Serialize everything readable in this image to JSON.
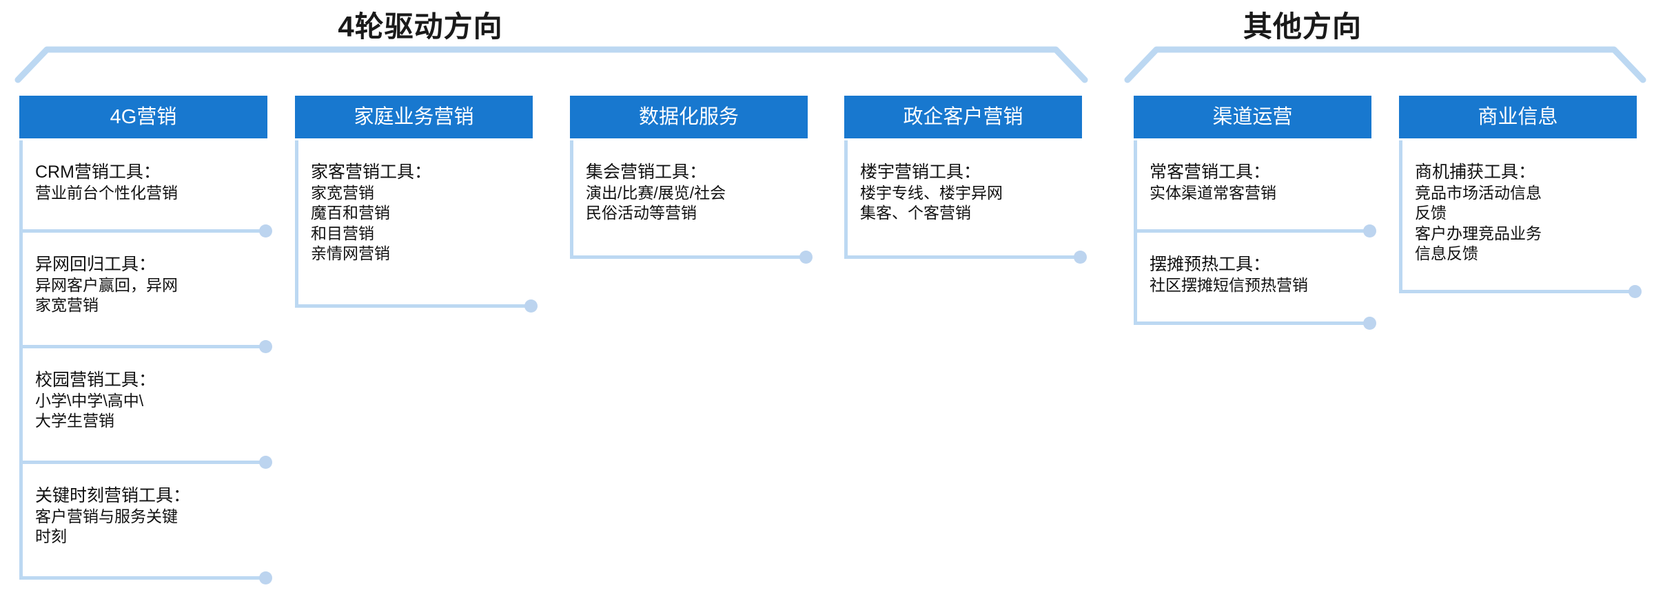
{
  "groups": [
    {
      "id": "four-wheel",
      "title": "4轮驱动方向"
    },
    {
      "id": "other",
      "title": "其他方向"
    }
  ],
  "accent_colors": {
    "header_blue": "#1878cf",
    "rule_blue": "#bcd8f2",
    "dot_blue": "#bcd4ef",
    "title_text": "#1a1a1a",
    "body_text": "#111111",
    "background": "#ffffff"
  },
  "columns": [
    {
      "id": "4g-marketing",
      "group": "four-wheel",
      "header": "4G营销",
      "items": [
        {
          "title": "CRM营销工具：",
          "lines": [
            "营业前台个性化营销"
          ]
        },
        {
          "title": "异网回归工具：",
          "lines": [
            "异网客户赢回，异网",
            "家宽营销"
          ]
        },
        {
          "title": "校园营销工具：",
          "lines": [
            "小学\\中学\\高中\\",
            "大学生营销"
          ]
        },
        {
          "title": "关键时刻营销工具：",
          "lines": [
            "客户营销与服务关键",
            "时刻"
          ]
        }
      ]
    },
    {
      "id": "home-business-marketing",
      "group": "four-wheel",
      "header": "家庭业务营销",
      "items": [
        {
          "title": "家客营销工具：",
          "lines": [
            "家宽营销",
            "魔百和营销",
            "和目营销",
            "亲情网营销"
          ]
        }
      ]
    },
    {
      "id": "data-service",
      "group": "four-wheel",
      "header": "数据化服务",
      "items": [
        {
          "title": "集会营销工具：",
          "lines": [
            "演出/比赛/展览/社会",
            "民俗活动等营销"
          ]
        }
      ]
    },
    {
      "id": "gov-enterprise-marketing",
      "group": "four-wheel",
      "header": "政企客户营销",
      "items": [
        {
          "title": "楼宇营销工具：",
          "lines": [
            "楼宇专线、楼宇异网",
            "集客、个客营销"
          ]
        }
      ]
    },
    {
      "id": "channel-operation",
      "group": "other",
      "header": "渠道运营",
      "items": [
        {
          "title": "常客营销工具：",
          "lines": [
            "实体渠道常客营销"
          ]
        },
        {
          "title": "摆摊预热工具：",
          "lines": [
            "社区摆摊短信预热营销"
          ]
        }
      ]
    },
    {
      "id": "business-information",
      "group": "other",
      "header": "商业信息",
      "items": [
        {
          "title": "商机捕获工具：",
          "lines": [
            "竞品市场活动信息",
            "反馈",
            "客户办理竞品业务",
            "信息反馈"
          ]
        }
      ]
    }
  ]
}
